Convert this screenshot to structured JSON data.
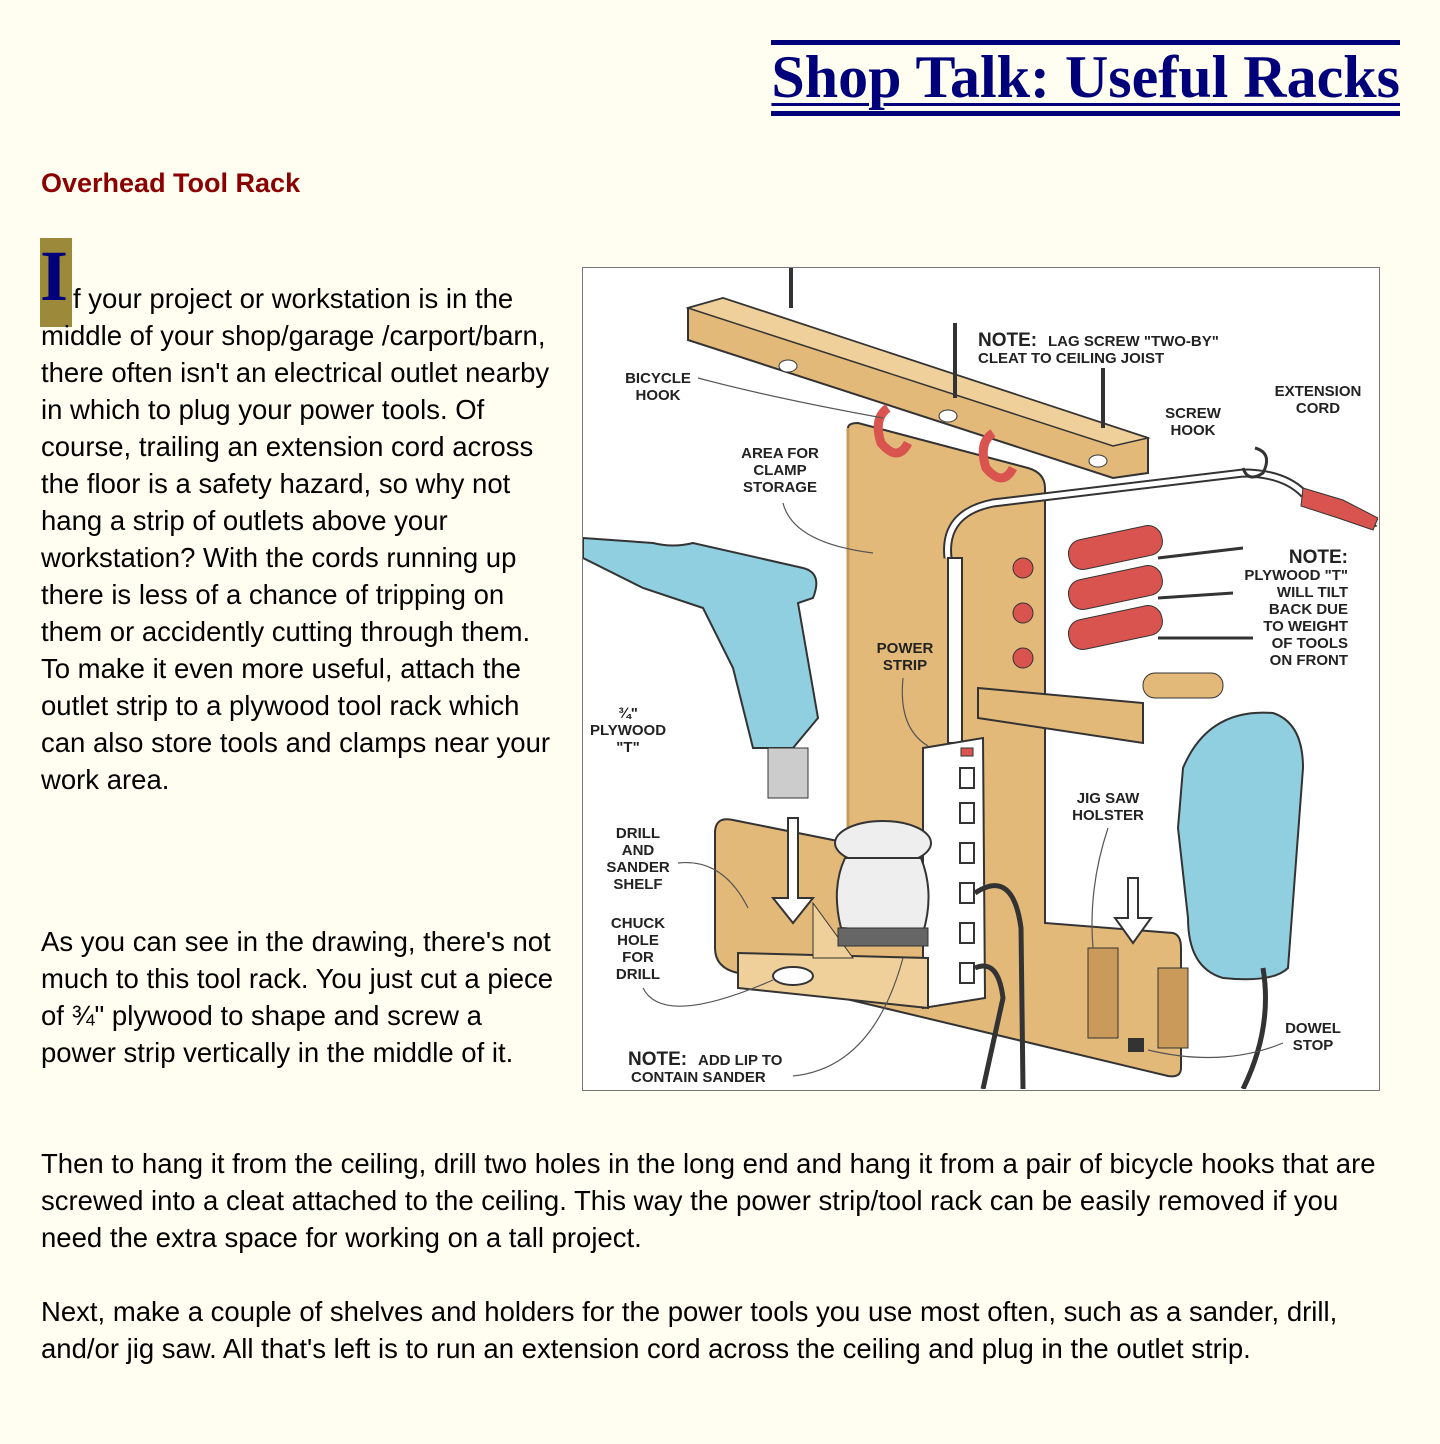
{
  "page_title": "Shop Talk: Useful Racks",
  "section_heading": "Overhead Tool Rack",
  "dropcap_letter": "I",
  "paragraphs": [
    "f your project or workstation is in the middle of your shop/garage /carport/barn, there often isn't an electrical outlet nearby in which to plug your power tools. Of course, trailing an extension cord across the floor is a safety hazard, so why not hang a strip of outlets above your workstation? With the cords running up there is less of a chance of tripping on them or accidently cutting through them. To make it even more useful, attach the outlet strip to a plywood tool rack which can also store tools and clamps near your work area.",
    "As you can see in the drawing, there's not much to this tool rack. You just cut a piece of ¾\" plywood to shape and screw a power strip vertically in the middle of it.",
    "Then to hang it from the ceiling, drill two holes in the long end and hang it from a pair of bicycle hooks that are screwed into a cleat attached to the ceiling. This way the power strip/tool rack can be easily removed if you need the extra space for working on a tall project.",
    "Next, make a couple of shelves and holders for the power tools you use most often, such as a sander, drill, and/or jig saw. All that's left is to run an extension cord across the ceiling and plug in the outlet strip."
  ],
  "illustration": {
    "labels": {
      "bicycle_hook": [
        "BICYCLE",
        "HOOK"
      ],
      "note_lag_bold": "NOTE:",
      "note_lag_1": "LAG SCREW \"TWO-BY\"",
      "note_lag_2": "CLEAT TO CEILING JOIST",
      "extension_cord": [
        "EXTENSION",
        "CORD"
      ],
      "screw_hook": [
        "SCREW",
        "HOOK"
      ],
      "area_clamp": [
        "AREA FOR",
        "CLAMP",
        "STORAGE"
      ],
      "note_tilt_bold": "NOTE:",
      "note_tilt": [
        "PLYWOOD \"T\"",
        "WILL TILT",
        "BACK DUE",
        "TO WEIGHT",
        "OF TOOLS",
        "ON FRONT"
      ],
      "power_strip": [
        "POWER",
        "STRIP"
      ],
      "plywood_t": [
        "¾\"",
        "PLYWOOD",
        "\"T\""
      ],
      "jig_saw": [
        "JIG SAW",
        "HOLSTER"
      ],
      "drill_shelf": [
        "DRILL",
        "AND",
        "SANDER",
        "SHELF"
      ],
      "chuck_hole": [
        "CHUCK",
        "HOLE",
        "FOR",
        "DRILL"
      ],
      "dowel_stop": [
        "DOWEL",
        "STOP"
      ],
      "note_lip_bold": "NOTE:",
      "note_lip_1": "ADD LIP TO",
      "note_lip_2": "CONTAIN SANDER"
    },
    "colors": {
      "wood": "#e3b97a",
      "wood_dark": "#c99a5a",
      "tool_blue": "#8fcfe0",
      "handle_red": "#d9534f"
    }
  }
}
